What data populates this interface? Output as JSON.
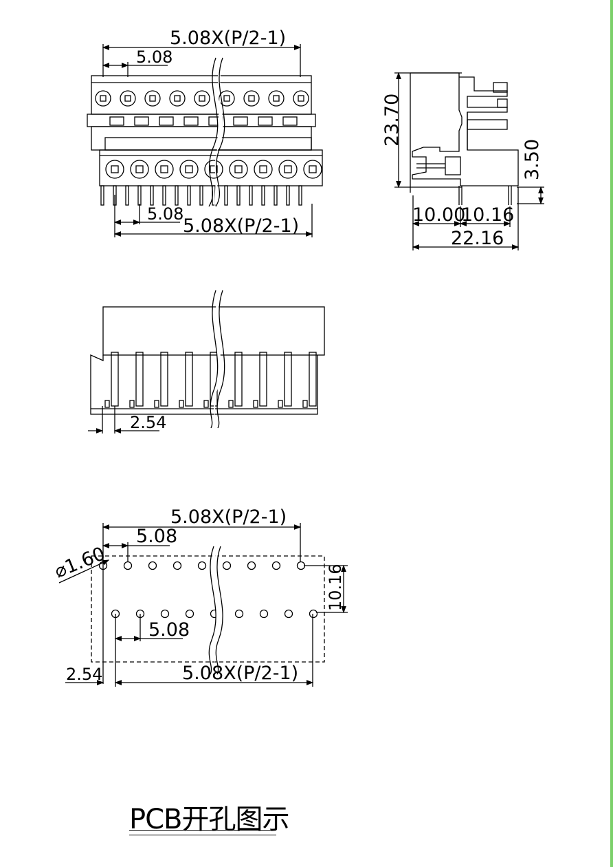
{
  "colors": {
    "line": "#000000",
    "edge": "#7cd06a",
    "background": "#ffffff"
  },
  "top_view": {
    "dim_total_top": "5.08X(P/2-1)",
    "dim_pitch_top": "5.08",
    "dim_pitch_bottom": "5.08",
    "dim_total_bottom": "5.08X(P/2-1)"
  },
  "side_view": {
    "height": "23.70",
    "pin_length": "3.50",
    "depth_left": "10.00",
    "depth_right": "10.16",
    "depth_total": "22.16"
  },
  "front_view": {
    "pin_offset": "2.54"
  },
  "pcb_layout": {
    "dim_total_top": "5.08X(P/2-1)",
    "dim_pitch_top": "5.08",
    "hole_diameter": "⌀1.60",
    "row_spacing": "10.16",
    "dim_pitch_bottom": "5.08",
    "edge_offset": "2.54",
    "dim_total_bottom": "5.08X(P/2-1)"
  },
  "title": "PCB开孔图示"
}
